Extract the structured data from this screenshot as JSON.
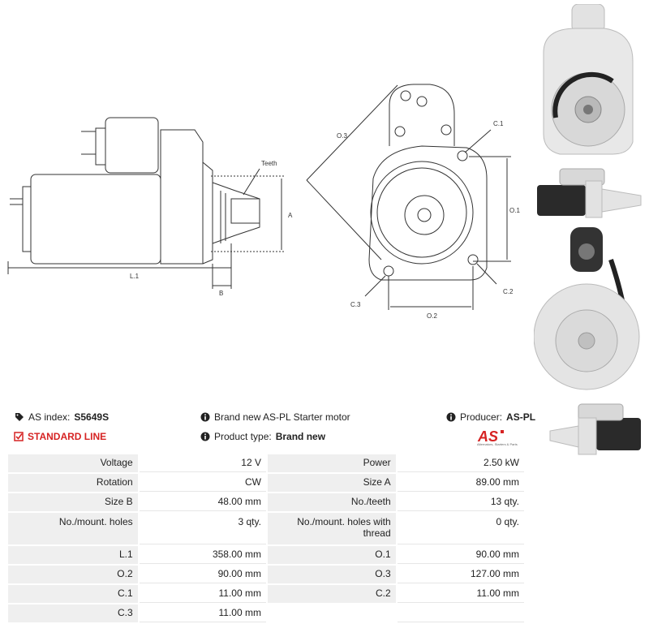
{
  "drawing_labels": {
    "teeth": "Teeth",
    "a": "A",
    "b": "B",
    "l1": "L.1",
    "o1": "O.1",
    "o2": "O.2",
    "o3": "O.3",
    "c1": "C.1",
    "c2": "C.2",
    "c3": "C.3"
  },
  "info": {
    "as_index_label": "AS index:",
    "as_index_value": "S5649S",
    "standard_line": "STANDARD LINE",
    "description": "Brand new AS-PL Starter motor",
    "product_type_label": "Product type:",
    "product_type_value": "Brand new",
    "producer_label": "Producer:",
    "producer_value": "AS-PL",
    "logo_text": "AS",
    "logo_subtext": "Alternators, Starters & Parts"
  },
  "specs": [
    [
      "Voltage",
      "12 V",
      "Power",
      "2.50 kW"
    ],
    [
      "Rotation",
      "CW",
      "Size A",
      "89.00 mm"
    ],
    [
      "Size B",
      "48.00 mm",
      "No./teeth",
      "13 qty."
    ],
    [
      "No./mount. holes",
      "3 qty.",
      "No./mount. holes with thread",
      "0 qty."
    ],
    [
      "L.1",
      "358.00 mm",
      "O.1",
      "90.00 mm"
    ],
    [
      "O.2",
      "90.00 mm",
      "O.3",
      "127.00 mm"
    ],
    [
      "C.1",
      "11.00 mm",
      "C.2",
      "11.00 mm"
    ],
    [
      "C.3",
      "11.00 mm",
      "",
      ""
    ]
  ],
  "colors": {
    "accent_red": "#d62323",
    "cell_grey": "#efefef",
    "line": "#333333"
  },
  "icons": [
    "tag-icon",
    "check-square-icon",
    "info-icon"
  ]
}
